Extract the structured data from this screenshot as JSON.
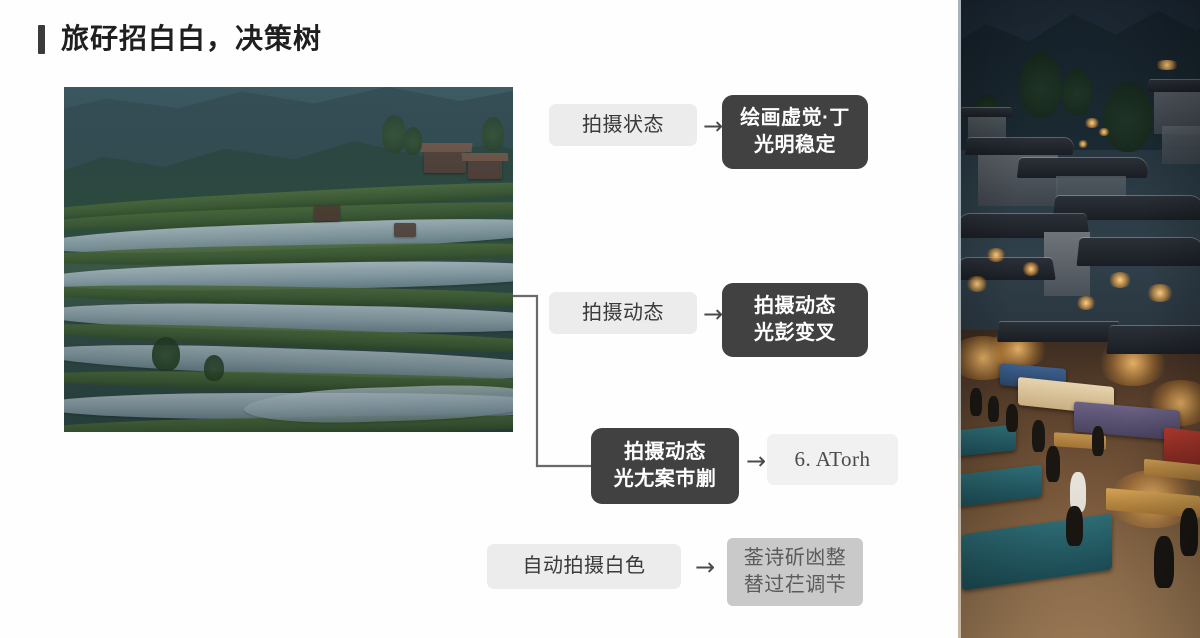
{
  "heading": {
    "text": "旅矷招白白，决策树",
    "accent_color": "#3b3b3b"
  },
  "colors": {
    "page_background": "#ffffff",
    "light_node": "#ececec",
    "dark_node": "#414141",
    "mid_node": "#c9c9c9",
    "faint_node": "#f1f1f1",
    "connector": "#6a6a6a",
    "text_dark": "#3a3a3a",
    "text_light": "#ffffff"
  },
  "photos": {
    "terraces": {
      "name": "rice-terraces-photo",
      "alt": "层叠梯田与山村"
    },
    "village": {
      "name": "night-village-market-photo",
      "alt": "夜色古镇与集市街道"
    }
  },
  "flow": {
    "arrow_glyph": "→",
    "rows": [
      {
        "id": "row-1",
        "source": {
          "label": "拍摄状态",
          "style": "light"
        },
        "arrow": "→",
        "target": {
          "label": "绘画虚觉·丁\n光明稳定",
          "style": "dark"
        }
      },
      {
        "id": "row-2",
        "source": {
          "label": "拍摄动态",
          "style": "light"
        },
        "arrow": "→",
        "target": {
          "label": "拍摄动态\n光彭变叉",
          "style": "dark"
        }
      },
      {
        "id": "row-3",
        "source": {
          "label": "拍摄动态\n光尢案巿剻",
          "style": "dark"
        },
        "arrow": "→",
        "target": {
          "label": "6. ATorh",
          "style": "faint"
        }
      },
      {
        "id": "row-4",
        "source": {
          "label": "自动拍摄白色",
          "style": "light"
        },
        "arrow": "→",
        "target": {
          "label": "菳诗斫凼整\n替过芢调芐",
          "style": "mid"
        }
      }
    ]
  }
}
